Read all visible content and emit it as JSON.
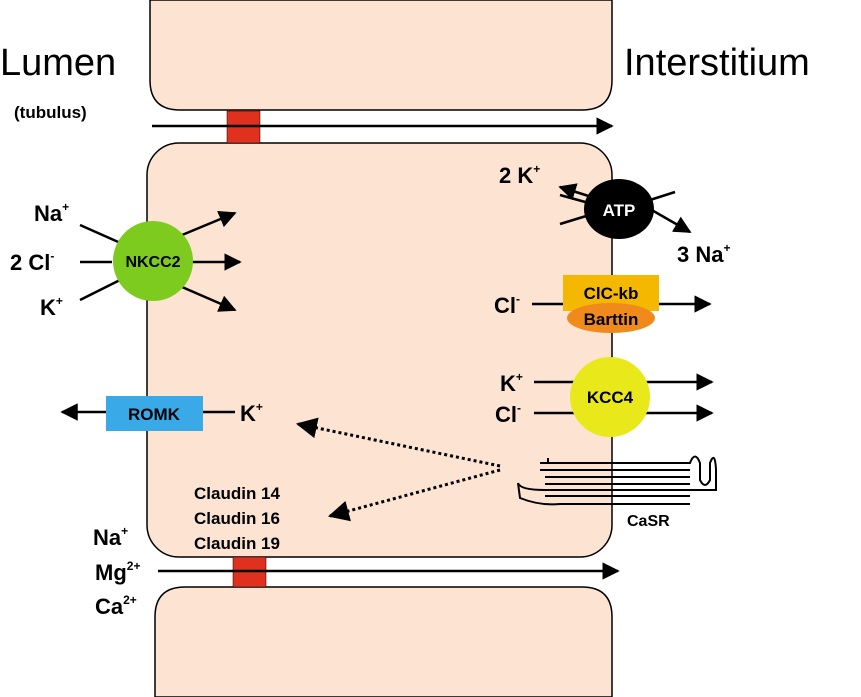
{
  "colors": {
    "cell": "#fde3d2",
    "tight_junction": "#e0301e",
    "nkcc2": "#7ccb1e",
    "atp": "#000000",
    "clc_kb": "#f5b800",
    "barttin": "#f08a1c",
    "kcc4": "#e8e81a",
    "romk": "#3aa9e8"
  },
  "labels": {
    "lumen": "Lumen",
    "tubulus": "(tubulus)",
    "interstitium": "Interstitium",
    "caSR": "CaSR"
  },
  "ions": {
    "nkcc2_na": "Na",
    "nkcc2_na_sup": "+",
    "nkcc2_cl": "2 Cl",
    "nkcc2_cl_sup": "-",
    "nkcc2_k": "K",
    "nkcc2_k_sup": "+",
    "atp_k": "2 K",
    "atp_k_sup": "+",
    "atp_na": "3 Na",
    "atp_na_sup": "+",
    "clc_cl": "Cl",
    "clc_cl_sup": "-",
    "kcc4_k": "K",
    "kcc4_k_sup": "+",
    "kcc4_cl": "Cl",
    "kcc4_cl_sup": "-",
    "romk_k": "K",
    "romk_k_sup": "+",
    "para_na": "Na",
    "para_na_sup": "+",
    "para_mg": "Mg",
    "para_mg_sup": "2+",
    "para_ca": "Ca",
    "para_ca_sup": "2+"
  },
  "transporters": {
    "nkcc2": "NKCC2",
    "atp": "ATP",
    "clc_kb": "ClC-kb",
    "barttin": "Barttin",
    "kcc4": "KCC4",
    "romk": "ROMK"
  },
  "claudins": [
    "Claudin 14",
    "Claudin 16",
    "Claudin 19"
  ]
}
